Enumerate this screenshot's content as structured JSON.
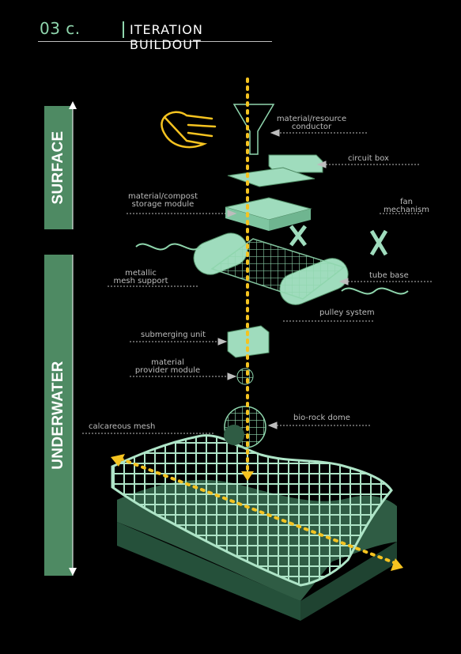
{
  "header": {
    "number": "03 c.",
    "title": "ITERATION BUILDOUT"
  },
  "zones": {
    "surface": "SURFACE",
    "underwater": "UNDERWATER"
  },
  "labels": {
    "resource_conductor": [
      "material/resource",
      "conductor"
    ],
    "circuit_box": "circuit box",
    "compost_storage": [
      "material/compost",
      "storage module"
    ],
    "fan": [
      "fan",
      "mechanism"
    ],
    "mesh_support": [
      "metallic",
      "mesh support"
    ],
    "tube_base": "tube base",
    "pulley": "pulley system",
    "submerging": "submerging unit",
    "provider": [
      "material",
      "provider module"
    ],
    "calcareous": "calcareous mesh",
    "biorock": "bio-rock dome"
  },
  "colors": {
    "accent": "#8fd6ad",
    "zone": "#4e8a63",
    "component": "#9fdcbd",
    "base": "#2f5c44",
    "arrow": "#f5c320",
    "hand": "#f5c320"
  },
  "icons": [
    "hand-icon",
    "funnel-icon",
    "fan-icon",
    "double-arrow-icon"
  ]
}
